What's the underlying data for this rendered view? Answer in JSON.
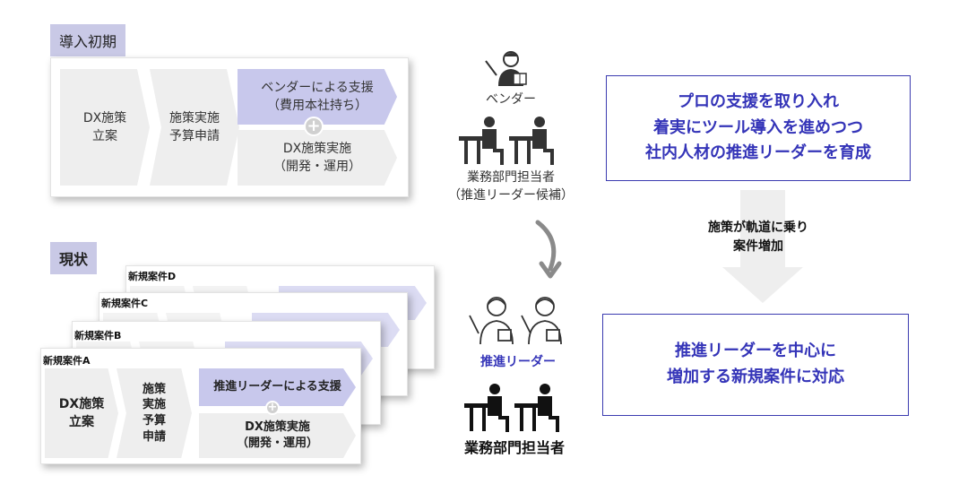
{
  "top": {
    "tag": "導入初期",
    "step1": [
      "DX施策",
      "立案"
    ],
    "step2": [
      "施策実施",
      "予算申請"
    ],
    "support": [
      "ベンダーによる支援",
      "（費用本社持ち）"
    ],
    "impl": [
      "DX施策実施",
      "（開発・運用）"
    ]
  },
  "bottom": {
    "tag": "現状",
    "stack_labels": [
      "新規案件D",
      "新規案件C",
      "新規案件B",
      "新規案件A"
    ],
    "step1": [
      "DX施策",
      "立案"
    ],
    "step2": [
      "施策",
      "実施",
      "予算",
      "申請"
    ],
    "support": "推進リーダーによる支援",
    "impl": [
      "DX施策実施",
      "（開発・運用）"
    ]
  },
  "people": {
    "vendor": "ベンダー",
    "dept_candidate": [
      "業務部門担当者",
      "（推進リーダー候補）"
    ],
    "leader": "推進リーダー",
    "dept": "業務部門担当者"
  },
  "right": {
    "box1": [
      "プロの支援を取り入れ",
      "着実にツール導入を進めつつ",
      "社内人材の推進リーダーを育成"
    ],
    "transition": [
      "施策が軌道に乗り",
      "案件増加"
    ],
    "box2": [
      "推進リーダーを中心に",
      "増加する新規案件に対応"
    ]
  },
  "colors": {
    "accent_blue": "#3434b8",
    "purple_fill": "#c8c8ec",
    "tag_fill": "#c9c9e6",
    "chevron_grey": "#eeeeee"
  },
  "icons": [
    "teacher-icon",
    "desk-worker-icon",
    "curved-arrow-icon",
    "leader-icon",
    "down-arrow-icon",
    "plus-icon"
  ]
}
